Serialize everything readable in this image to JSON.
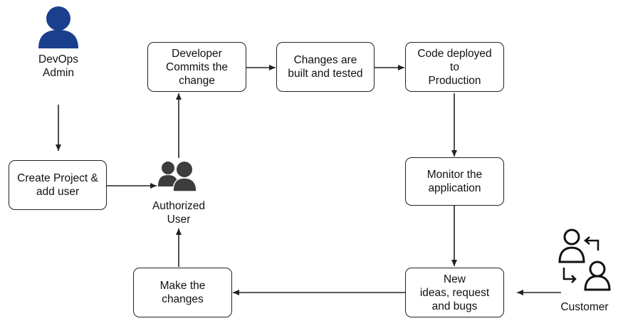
{
  "actors": {
    "devops_admin": "DevOps\nAdmin",
    "authorized_user": "Authorized\nUser",
    "customer": "Customer"
  },
  "steps": {
    "create_project": "Create Project &\nadd user",
    "developer_commits": "Developer\nCommits the\nchange",
    "built_tested": "Changes are\nbuilt and tested",
    "deployed": "Code deployed\nto\nProduction",
    "monitor": "Monitor the\napplication",
    "new_ideas": "New\nideas, request\nand bugs",
    "make_changes": "Make the\nchanges"
  },
  "colors": {
    "admin_icon": "#1a3f8c",
    "user_icon": "#3d3d3d",
    "customer_icon": "#111111",
    "stroke": "#222222"
  }
}
